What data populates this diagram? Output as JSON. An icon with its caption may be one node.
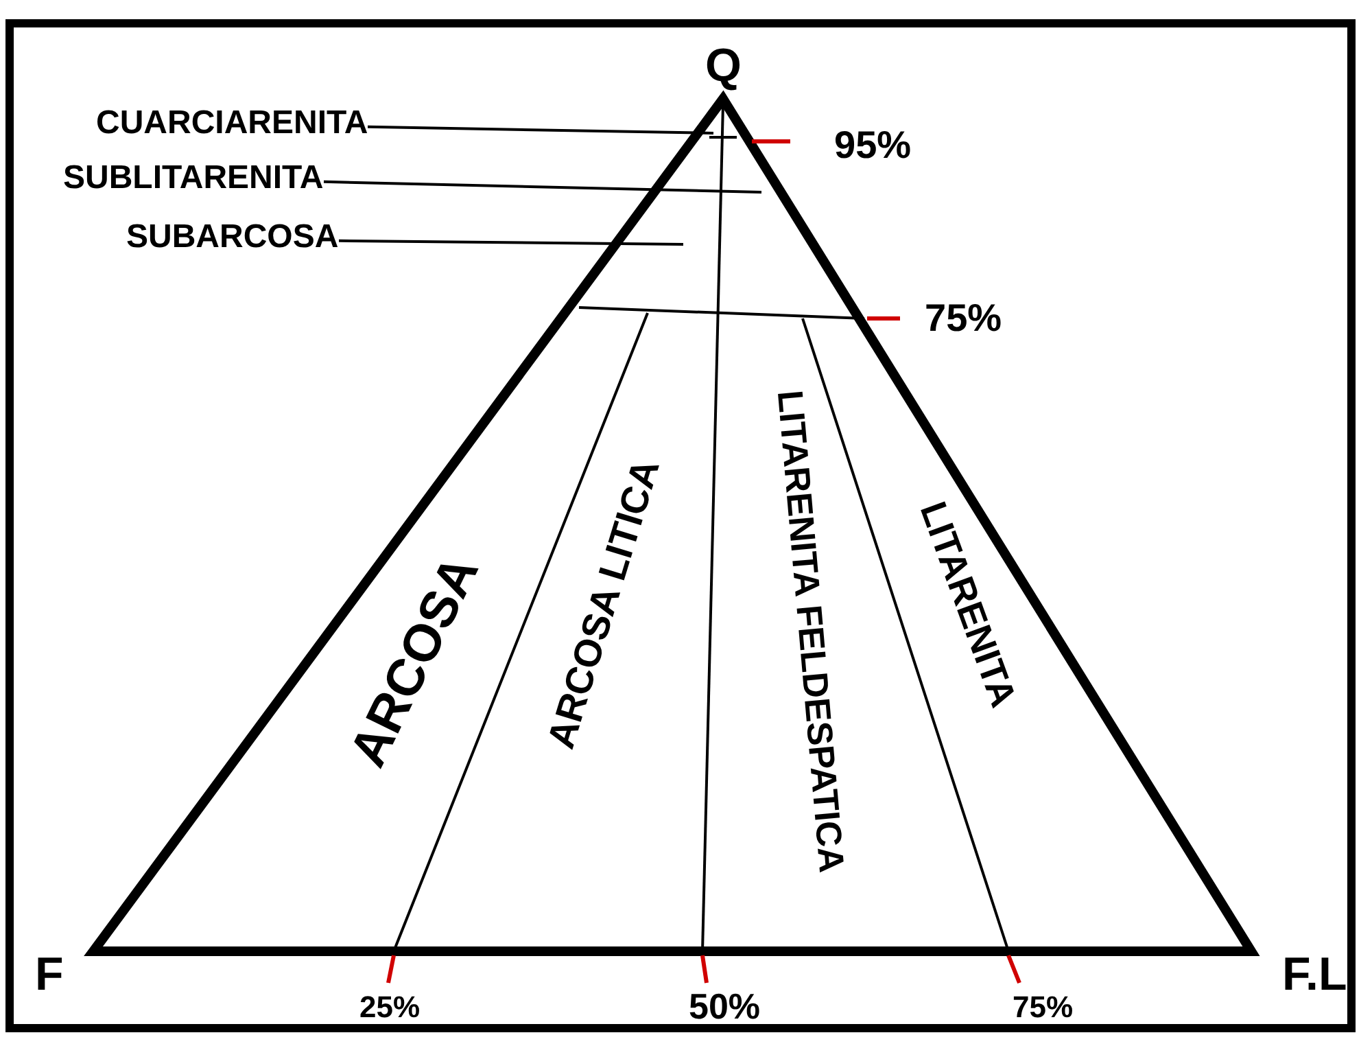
{
  "diagram": {
    "nodes": [
      {
        "text": [
          "CUARCIARENITA"
        ]
      },
      {
        "text": [
          "SUBLITARENITA"
        ]
      },
      {
        "text": [
          "SUBARCOSA"
        ]
      }
    ],
    "edges": [
      {
        "from": 0,
        "to": null,
        "arrow": "none"
      },
      {
        "from": 1,
        "to": null,
        "arrow": "none"
      },
      {
        "from": 2,
        "to": null,
        "arrow": "none"
      }
    ],
    "labels": [
      "Q",
      "95%",
      "75%",
      "ARCOSA",
      "ARCOSA LITICA",
      "LITARENITA FELDESPATICA",
      "LITARENITA",
      "F",
      "25%",
      "50%",
      "75%",
      "F.L"
    ]
  }
}
